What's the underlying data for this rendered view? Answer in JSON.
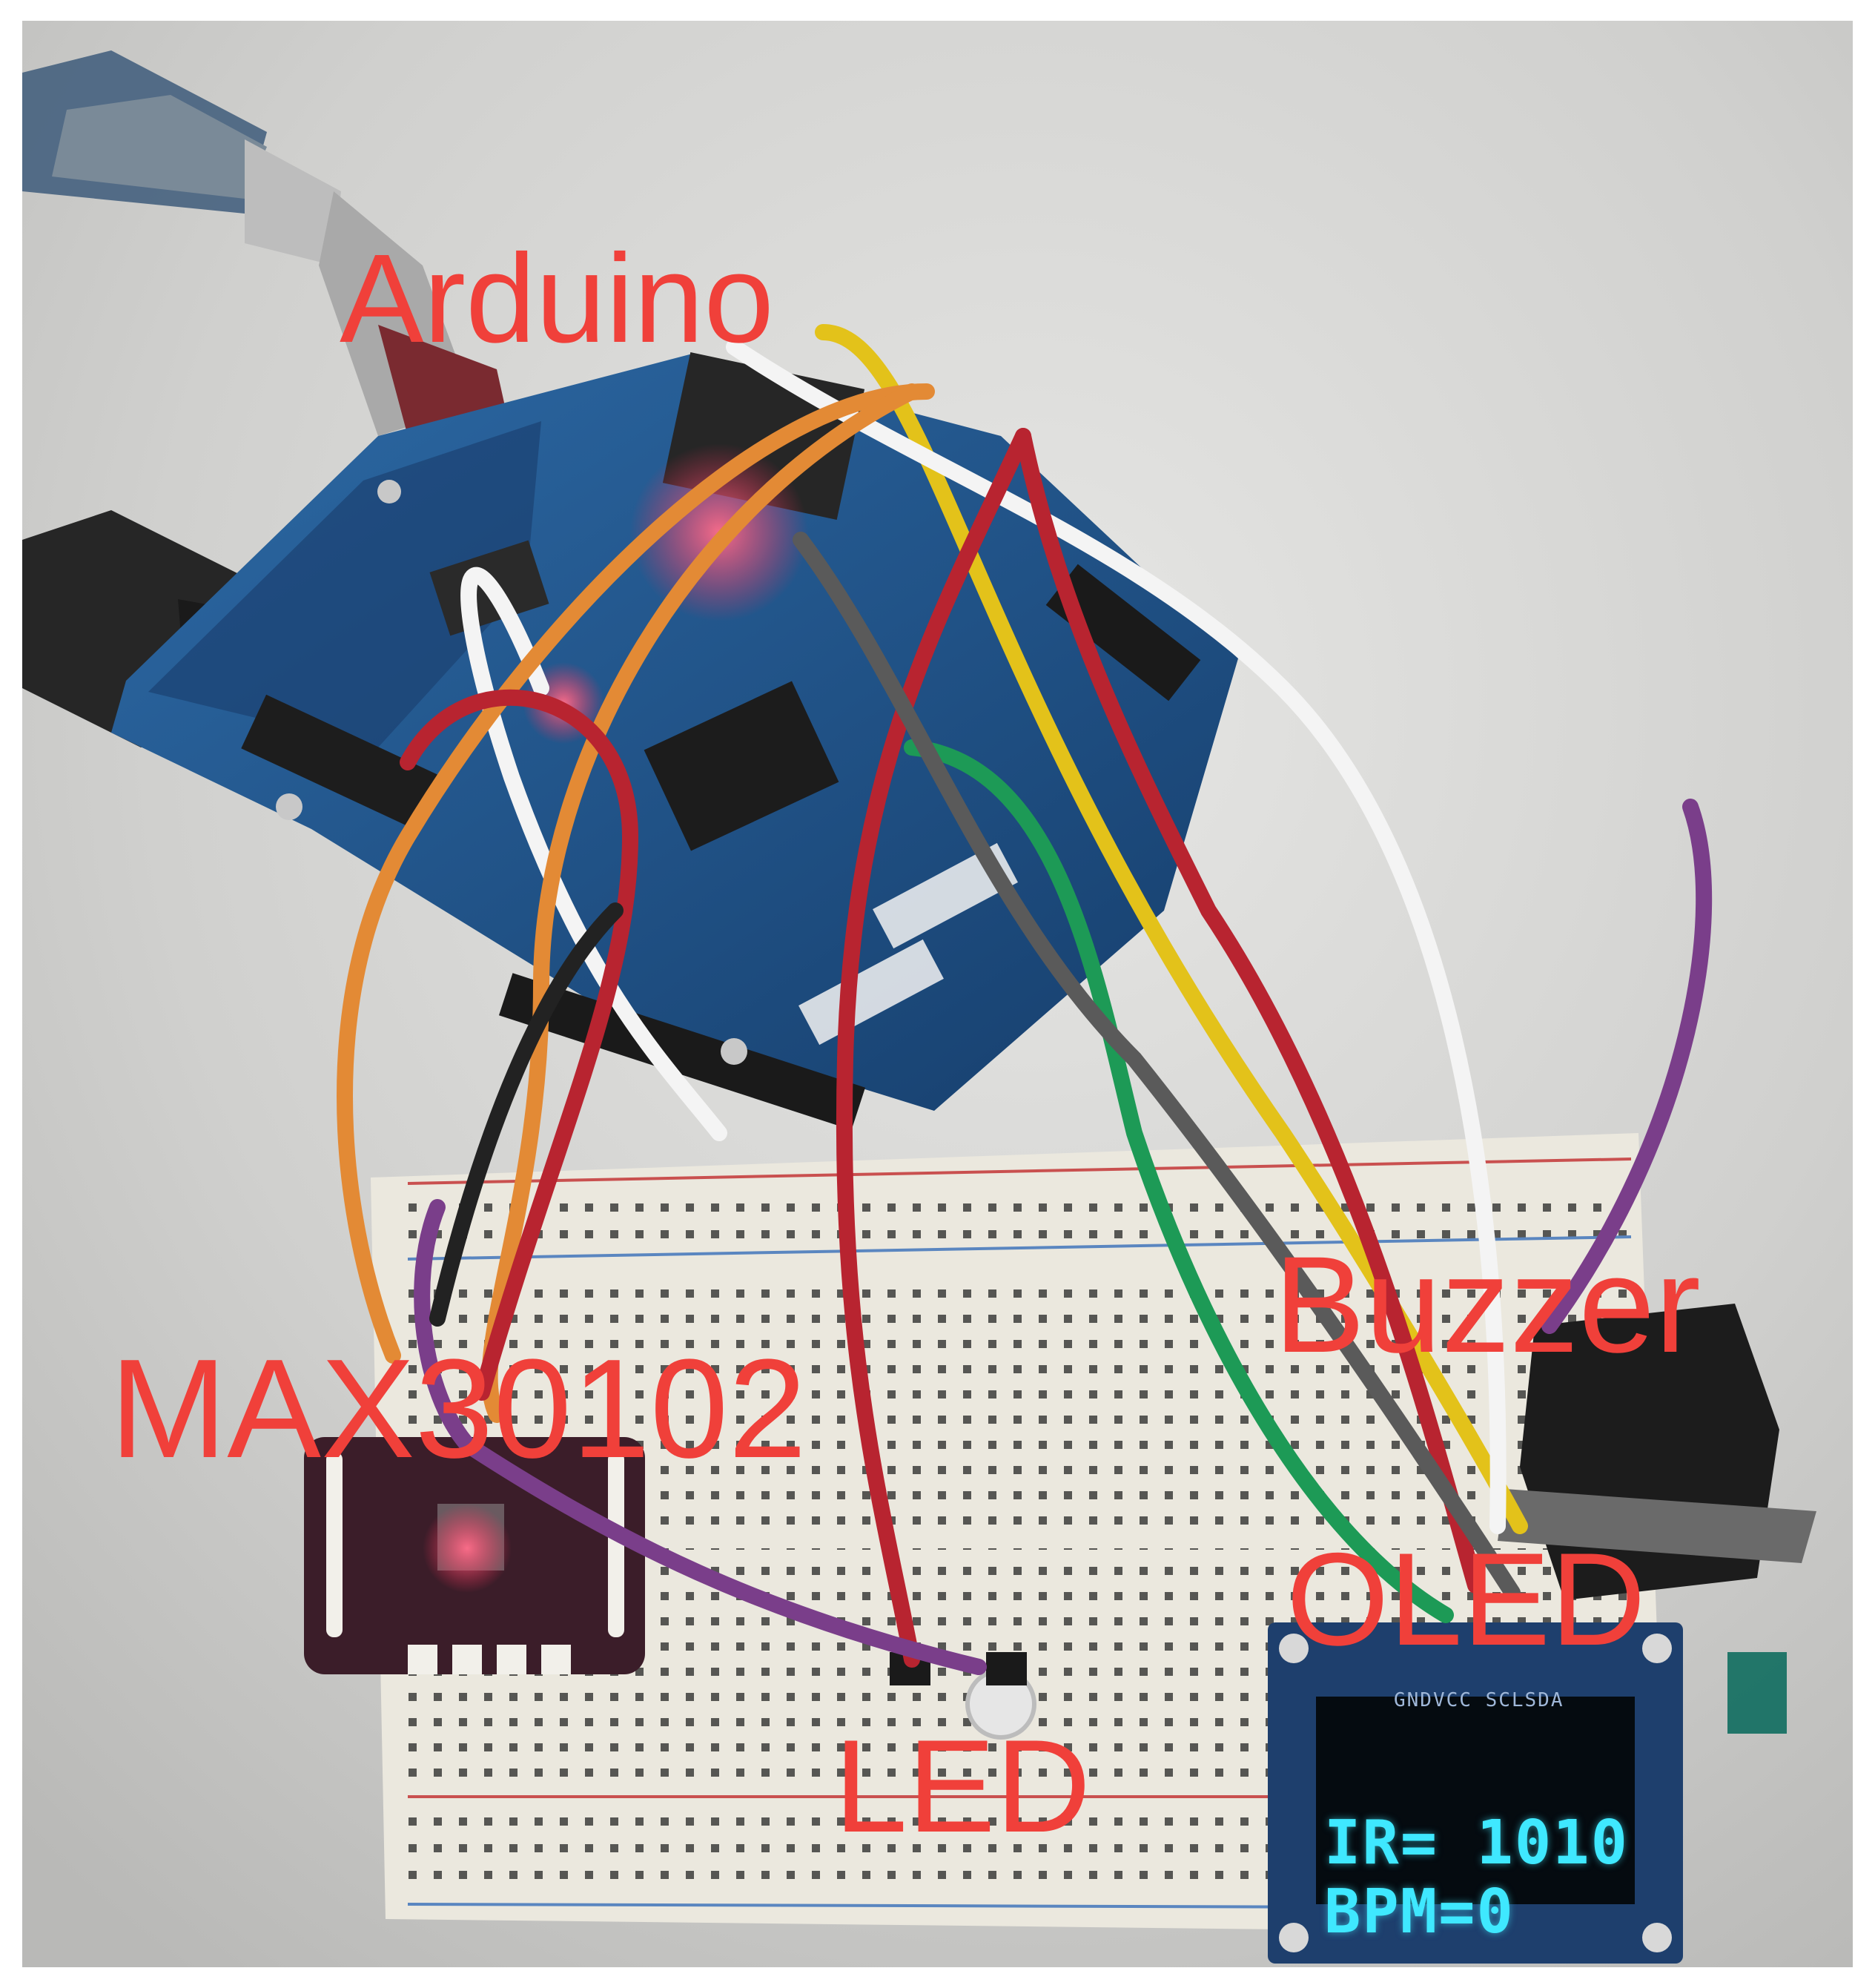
{
  "labels": {
    "arduino": "Arduino",
    "sensor": "MAX30102",
    "buzzer": "Buzzer",
    "oled": "OLED",
    "led": "LED"
  },
  "oled_screen": {
    "header": "GNDVCC SCLSDA",
    "line1": "IR= 1010",
    "line2": "BPM=0"
  },
  "colors": {
    "label": "#f0403a",
    "oled_text": "#3fe8ff",
    "arduino_board": "#1f4f86",
    "breadboard": "#ece9df",
    "sensor_board": "#3b1d29",
    "background": "#d4d4d2"
  },
  "icons": [
    "usb-cable-icon",
    "power-jack-icon",
    "led-icon",
    "buzzer-icon",
    "oled-display-icon",
    "sensor-board-icon"
  ]
}
